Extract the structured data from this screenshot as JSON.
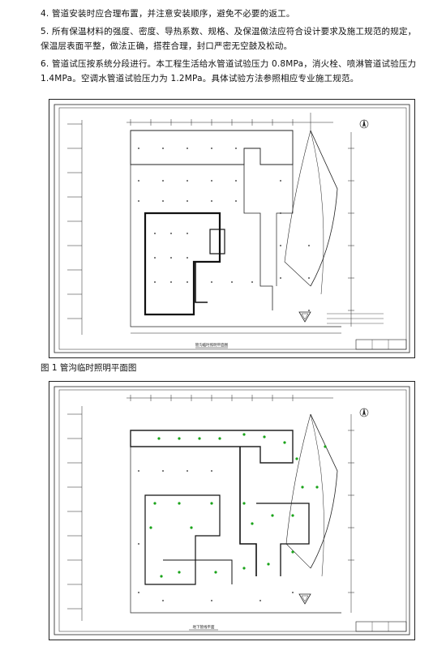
{
  "paragraphs": [
    "4. 管道安装时应合理布置，并注意安装顺序，避免不必要的返工。",
    "5.  所有保温材料的强度、密度、导热系数、规格、及保温做法应符合设计要求及施工规范的规定，保温层表面平整，做法正确，搭茬合理，封口严密无空鼓及松动。",
    "6. 管道试压按系统分段进行。本工程生活给水管道试验压力 0.8MPa，消火栓、喷淋管道试验压力 1.4MPa。空调水管道试验压力为 1.2MPa。具体试验方法参照相应专业施工规范。"
  ],
  "figure1": {
    "caption": "图 1 管沟临时照明平面图",
    "drawing_title": "管沟临时照明平面图"
  },
  "figure2": {
    "drawing_title": "地下管线平面"
  },
  "colors": {
    "line": "#1a1a1a",
    "accent": "#19a319"
  }
}
